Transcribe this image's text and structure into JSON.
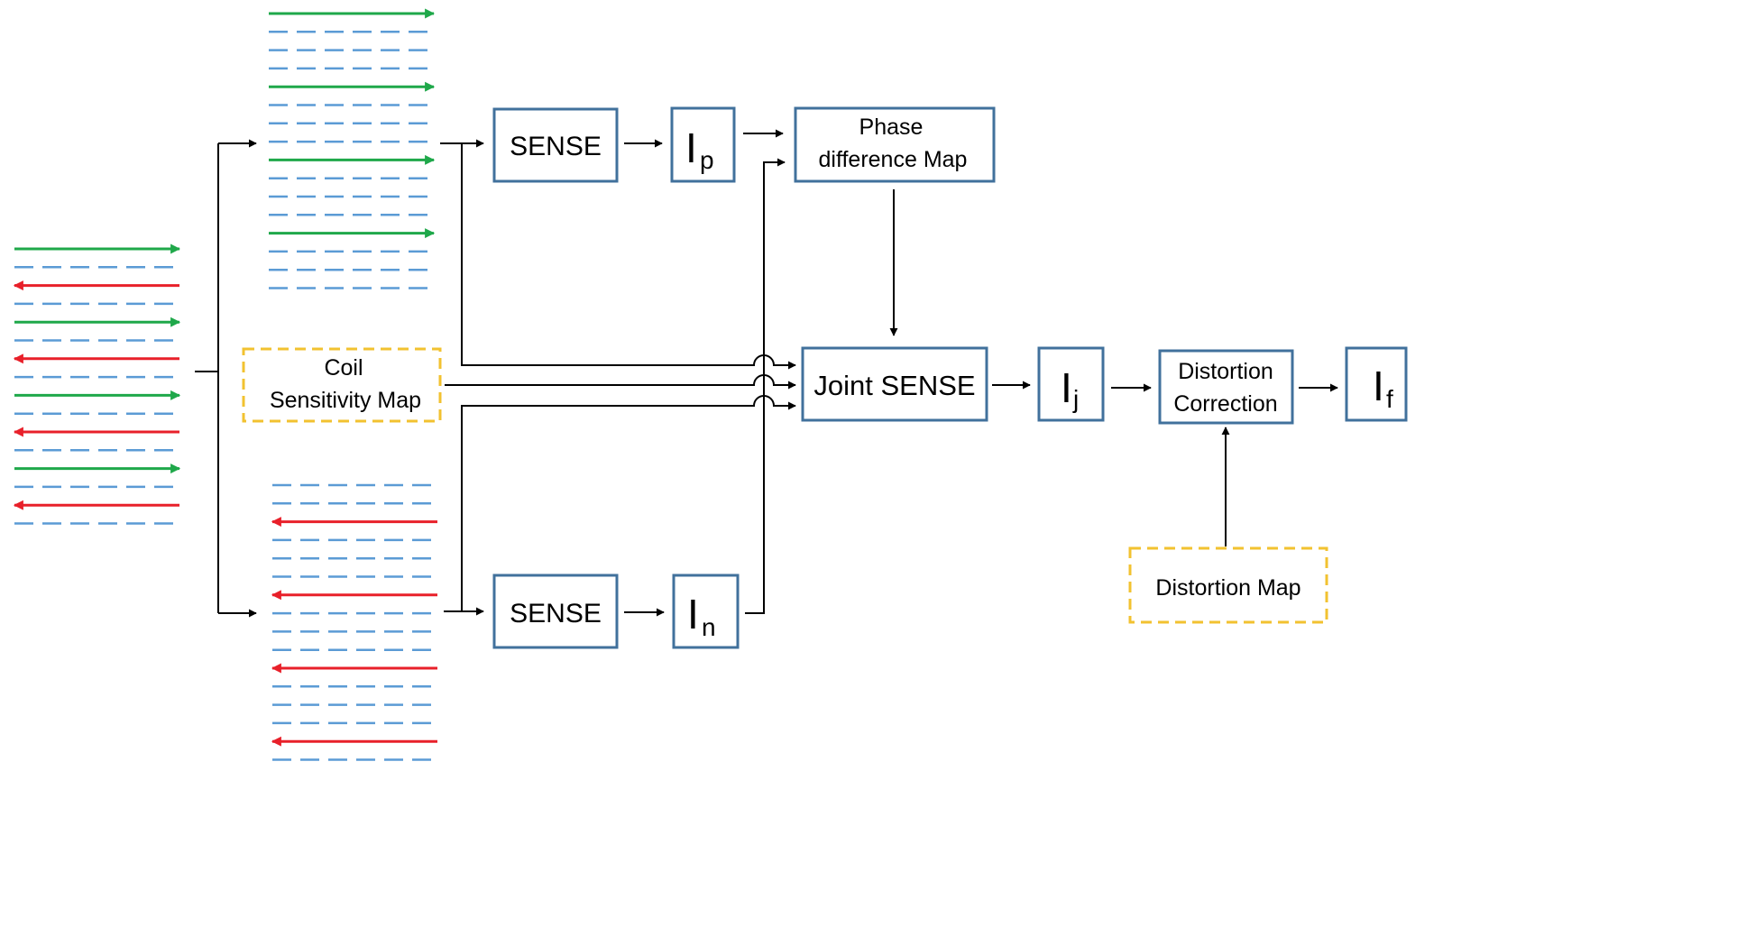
{
  "colors": {
    "box_border": "#41719C",
    "dashed_box_border": "#F2C230",
    "forward_arrow": "#1FA84A",
    "reverse_arrow": "#E8202A",
    "kspace_line": "#5B9BD5",
    "connector": "#000000"
  },
  "boxes": {
    "sense_top": "SENSE",
    "sense_bottom": "SENSE",
    "phase_map_line1": "Phase",
    "phase_map_line2": "difference Map",
    "coil_map_line1": "Coil",
    "coil_map_line2": "Sensitivity Map",
    "joint_sense": "Joint SENSE",
    "distortion_correction_line1": "Distortion",
    "distortion_correction_line2": "Correction",
    "distortion_map": "Distortion Map"
  },
  "images": {
    "ip": {
      "main": "I",
      "sub": "p"
    },
    "in": {
      "main": "I",
      "sub": "n"
    },
    "ij": {
      "main": "I",
      "sub": "j"
    },
    "if": {
      "main": "I",
      "sub": "f"
    }
  },
  "kspace": {
    "full": [
      "fwd",
      "dash",
      "rev",
      "dash",
      "fwd",
      "dash",
      "rev",
      "dash",
      "fwd",
      "dash",
      "rev",
      "dash",
      "fwd",
      "dash",
      "rev",
      "dash"
    ],
    "positive": [
      "fwd",
      "dash",
      "dash",
      "dash",
      "fwd",
      "dash",
      "dash",
      "dash",
      "fwd",
      "dash",
      "dash",
      "dash",
      "fwd",
      "dash",
      "dash",
      "dash"
    ],
    "negative": [
      "dash",
      "dash",
      "rev",
      "dash",
      "dash",
      "dash",
      "rev",
      "dash",
      "dash",
      "dash",
      "rev",
      "dash",
      "dash",
      "dash",
      "rev",
      "dash"
    ]
  }
}
